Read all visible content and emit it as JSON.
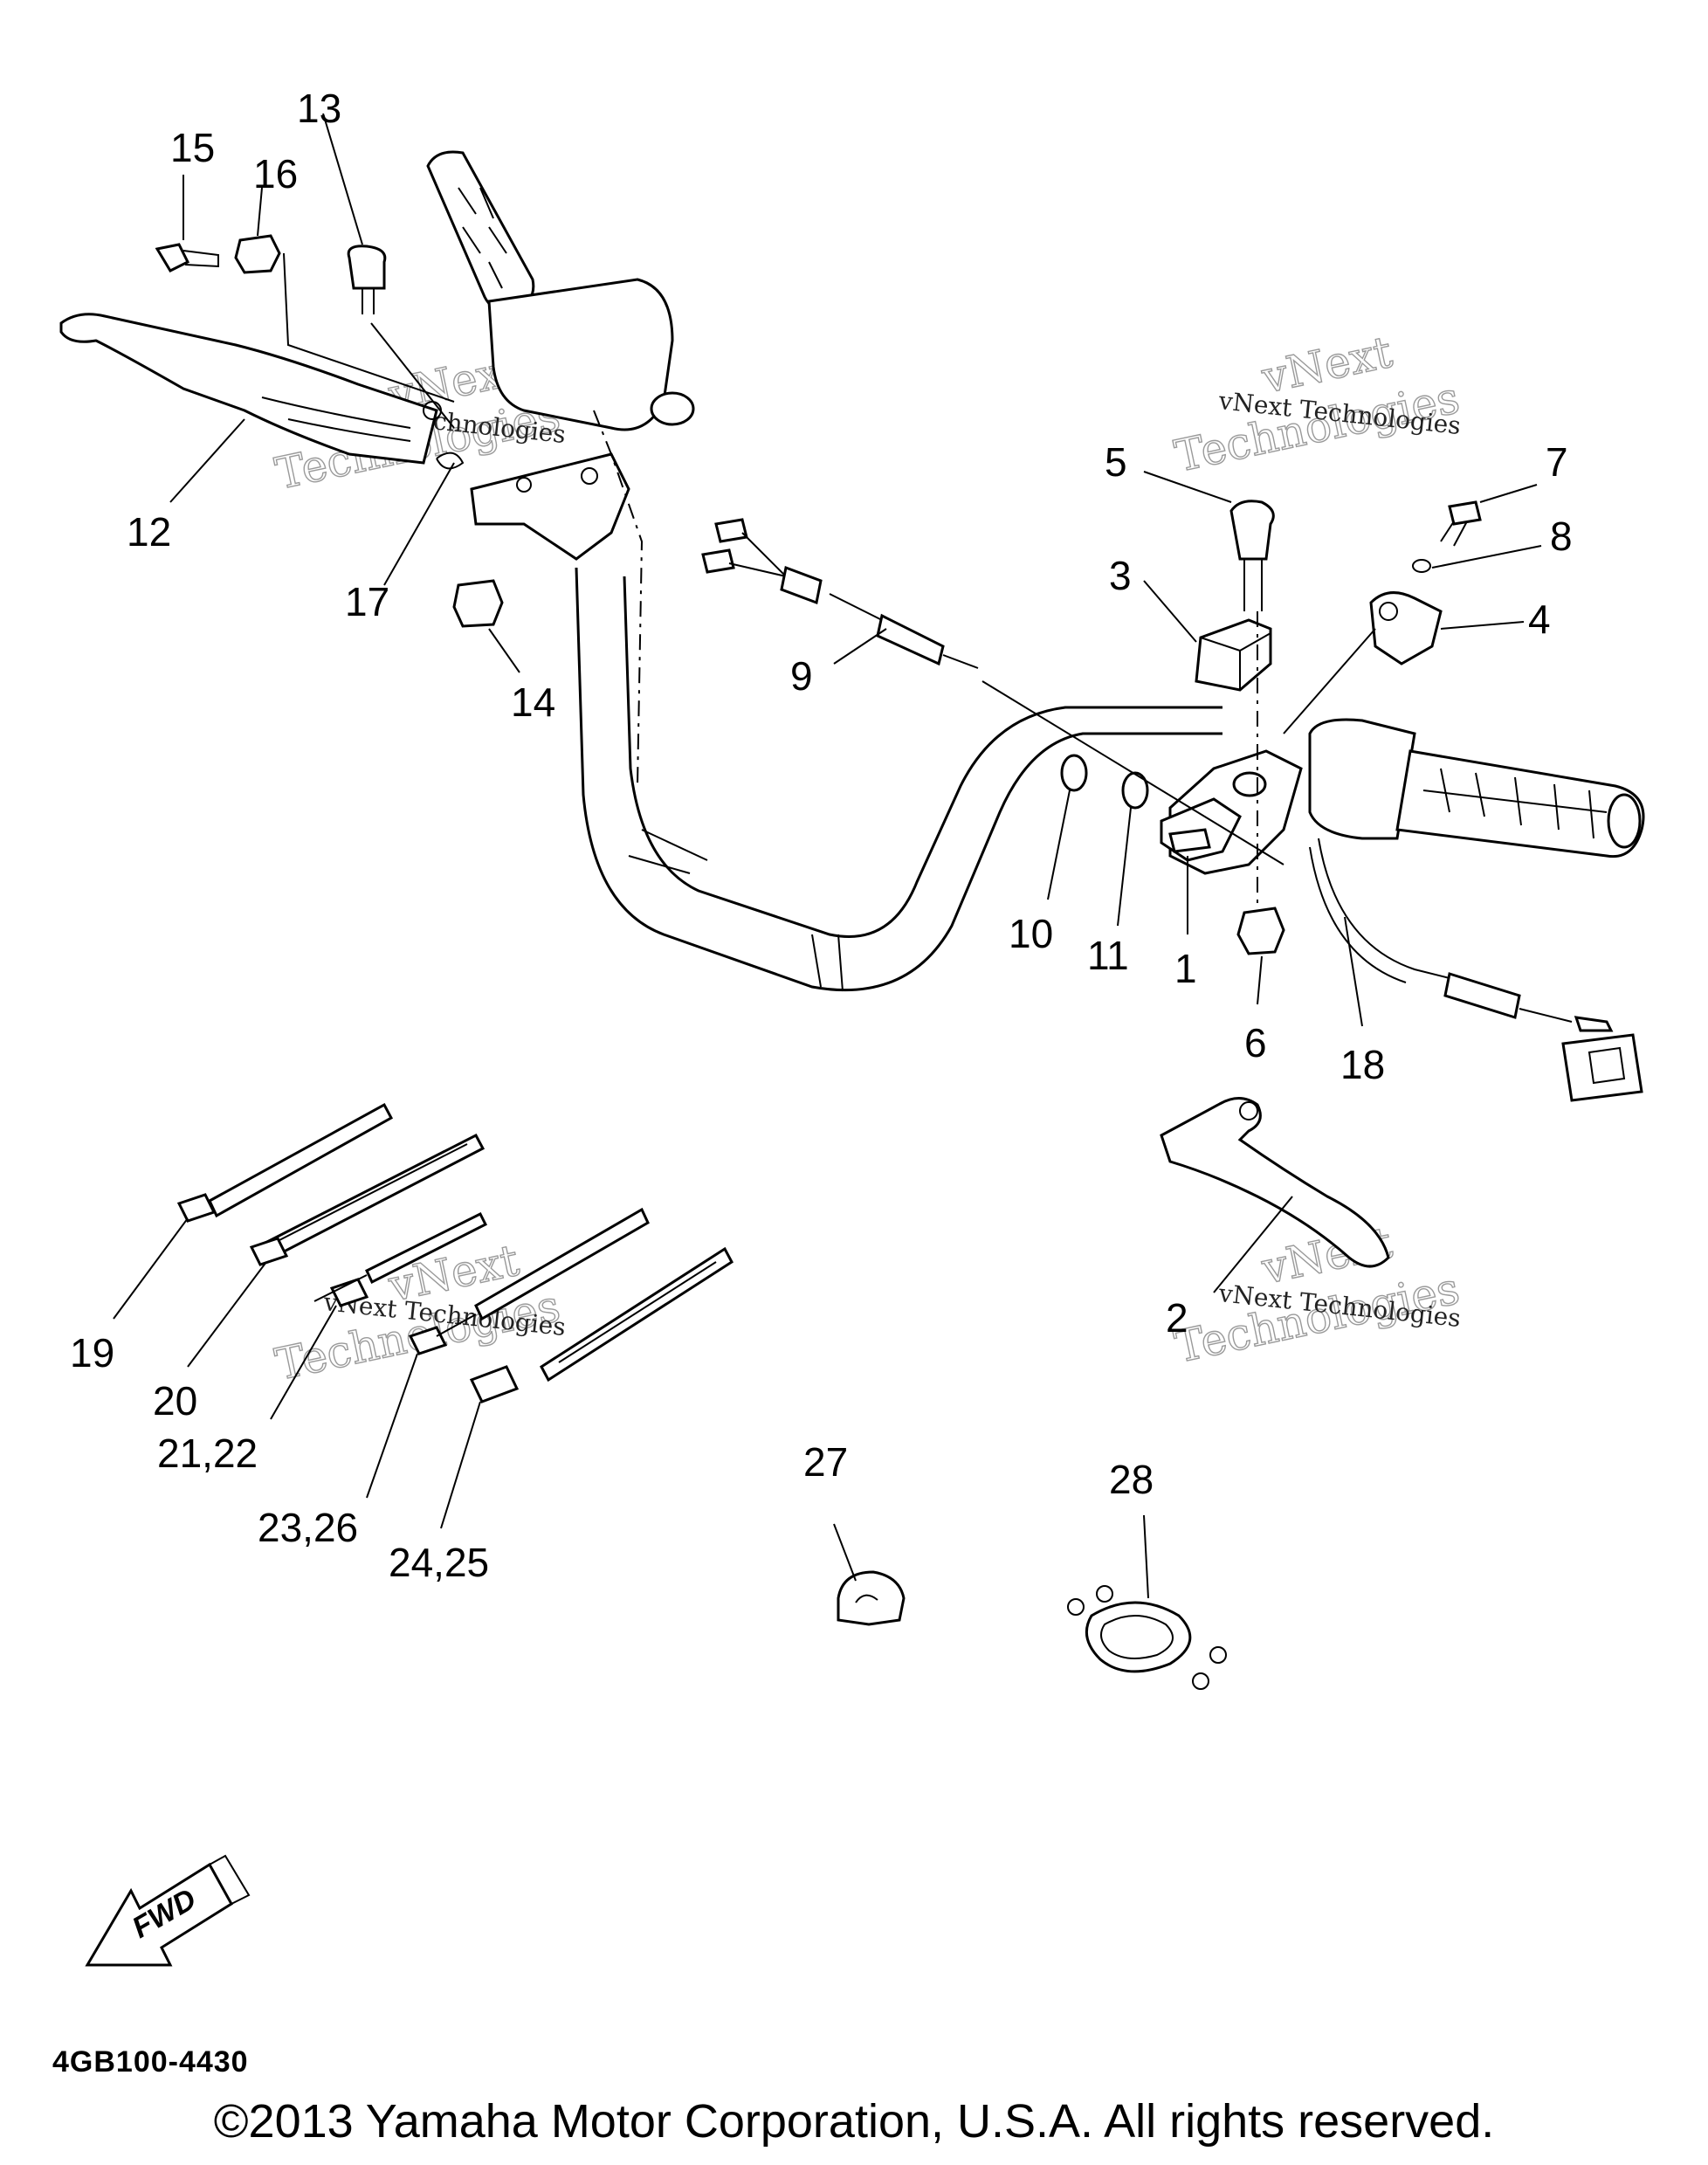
{
  "diagram": {
    "callouts": [
      "1",
      "2",
      "3",
      "4",
      "5",
      "6",
      "7",
      "8",
      "9",
      "10",
      "11",
      "12",
      "13",
      "14",
      "15",
      "16",
      "17",
      "18",
      "19",
      "20",
      "21,22",
      "23,26",
      "24,25",
      "27",
      "28"
    ],
    "watermark_line1": "vNext Technologies",
    "watermark_line2": "vNext",
    "watermark_line3": "Technologies",
    "fwd_label": "FWD"
  },
  "footer": {
    "part_code": "4GB100-4430",
    "copyright": "©2013 Yamaha Motor Corporation, U.S.A. All rights reserved."
  }
}
